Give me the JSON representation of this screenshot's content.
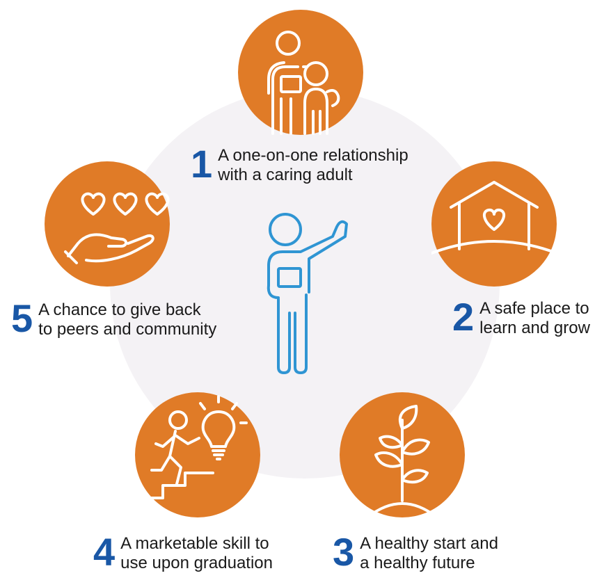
{
  "colors": {
    "accent": "#e07b27",
    "number": "#1957a6",
    "figure": "#2f95d3",
    "background_circle": "#f4f2f5"
  },
  "items": [
    {
      "number": "1",
      "line1": "A one-on-one relationship",
      "line2": "with a caring adult",
      "icon": "parent-child-icon"
    },
    {
      "number": "2",
      "line1": "A safe place to",
      "line2": "learn and grow",
      "icon": "house-heart-icon"
    },
    {
      "number": "3",
      "line1": "A healthy start and",
      "line2": "a healthy future",
      "icon": "sprout-icon"
    },
    {
      "number": "4",
      "line1": "A marketable skill to",
      "line2": "use upon graduation",
      "icon": "climbing-lightbulb-icon"
    },
    {
      "number": "5",
      "line1": "A chance to give back",
      "line2": "to peers and community",
      "icon": "hand-hearts-icon"
    }
  ],
  "center_icon": "waving-student-icon"
}
